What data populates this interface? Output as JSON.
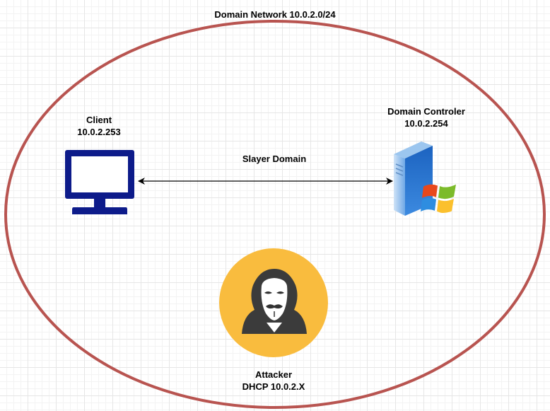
{
  "network": {
    "title": "Domain Network 10.0.2.0/24"
  },
  "client": {
    "name": "Client",
    "ip": "10.0.2.253",
    "icon": "monitor-icon"
  },
  "domain_controller": {
    "name": "Domain Controler",
    "ip": "10.0.2.254",
    "icon": "windows-server-icon"
  },
  "connection": {
    "label": "Slayer Domain"
  },
  "attacker": {
    "name": "Attacker",
    "ip": "DHCP 10.0.2.X",
    "icon": "anonymous-hacker-icon"
  },
  "colors": {
    "ellipse_border": "#b85450",
    "monitor": "#0d1b8a",
    "attacker_circle": "#f9bc3e",
    "server_blue": "#2f7fd6"
  }
}
